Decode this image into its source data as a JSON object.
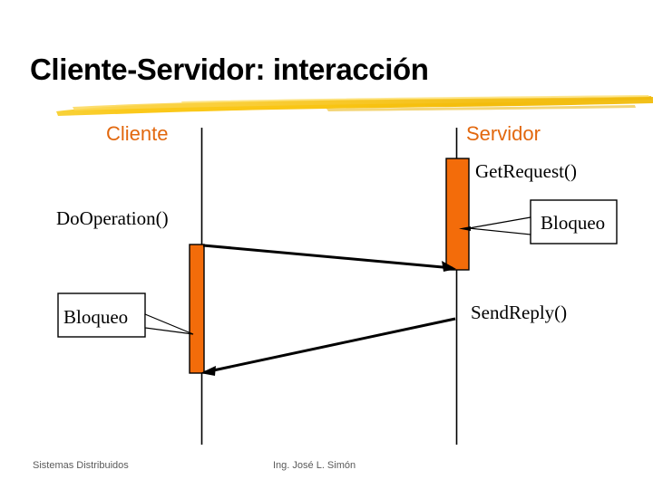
{
  "slide": {
    "title": "Cliente-Servidor: interacción",
    "accent_orange": "#F36C0A",
    "accent_brush_yellow": "#F5C21A",
    "lifeline_color": "#000000",
    "title_color": "#000000",
    "actor_color": "#E2680E"
  },
  "actors": {
    "client": "Cliente",
    "server": "Servidor"
  },
  "messages": {
    "do_operation": "DoOperation()",
    "get_request": "GetRequest()",
    "send_reply": "SendReply()"
  },
  "callouts": {
    "server_block": "Bloqueo",
    "client_block": "Bloqueo"
  },
  "footer": {
    "left": "Sistemas Distribuidos",
    "right": "Ing. José L. Simón"
  }
}
